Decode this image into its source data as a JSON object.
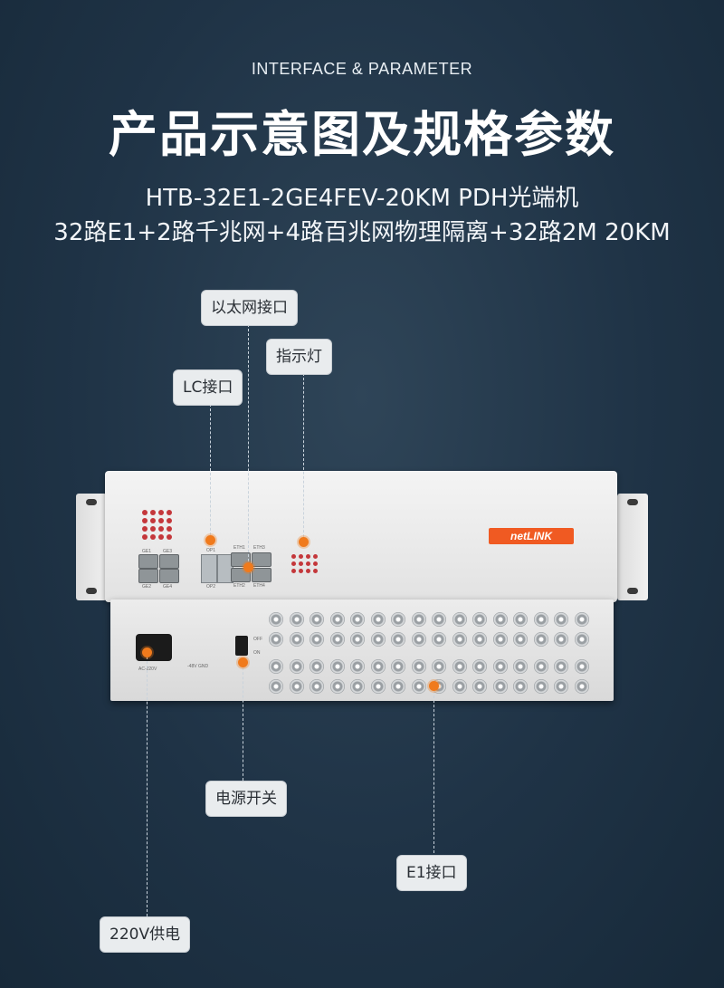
{
  "header": {
    "eyebrow": "INTERFACE & PARAMETER",
    "title": "产品示意图及规格参数",
    "model_line": "HTB-32E1-2GE4FEV-20KM PDH光端机",
    "spec_line": "32路E1+2路千兆网+4路百兆网物理隔离+32路2M 20KM"
  },
  "callouts": {
    "ethernet": "以太网接口",
    "indicator": "指示灯",
    "lc": "LC接口",
    "power_switch": "电源开关",
    "e1": "E1接口",
    "power_supply": "220V供电"
  },
  "device": {
    "brand": "netLINK",
    "labels": {
      "ac": "AC-220V",
      "dc": "-48V  GND",
      "off": "OFF",
      "on": "ON",
      "ge1": "GE1",
      "ge2": "GE2",
      "ge3": "GE3",
      "ge4": "GE4",
      "eth1": "ETH1",
      "eth2": "ETH2",
      "eth3": "ETH3",
      "eth4": "ETH4",
      "op1": "OP1",
      "op2": "OP2"
    }
  },
  "colors": {
    "accent": "#f07a1c",
    "led": "#c4373b",
    "brand": "#f05a22"
  }
}
